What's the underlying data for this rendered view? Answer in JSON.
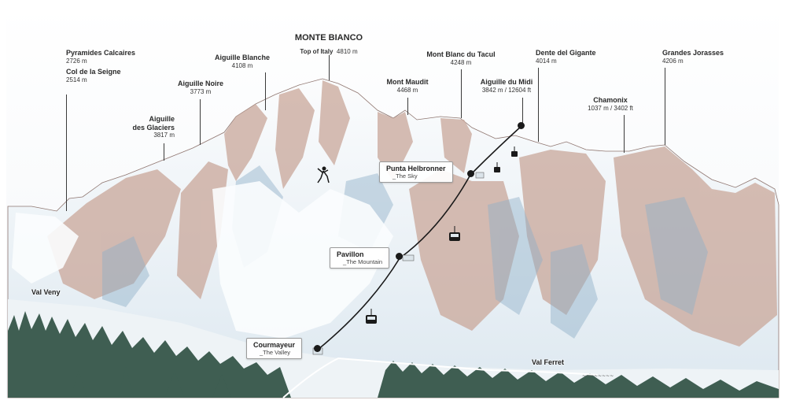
{
  "peaks": {
    "pyramides": {
      "name": "Pyramides Calcaires",
      "elev": "2726 m"
    },
    "seigne": {
      "name": "Col de la Seigne",
      "elev": "2514 m"
    },
    "glaciers": {
      "name_line1": "Aiguille",
      "name_line2": "des Glaciers",
      "elev": "3817 m"
    },
    "noire": {
      "name": "Aiguille Noire",
      "elev": "3773 m"
    },
    "blanche": {
      "name": "Aiguille Blanche",
      "elev": "4108 m"
    },
    "bianco": {
      "name": "MONTE BIANCO",
      "subtitle": "Top of Italy",
      "elev": "4810 m"
    },
    "maudit": {
      "name": "Mont Maudit",
      "elev": "4468 m"
    },
    "tacul": {
      "name": "Mont Blanc du Tacul",
      "elev": "4248 m"
    },
    "midi": {
      "name": "Aiguille du Midi",
      "elev": "3842 m / 12604 ft"
    },
    "gigante": {
      "name": "Dente del Gigante",
      "elev": "4014 m"
    },
    "chamonix": {
      "name": "Chamonix",
      "elev": "1037 m / 3402 ft"
    },
    "jorasses": {
      "name": "Grandes Jorasses",
      "elev": "4206 m"
    }
  },
  "stations": {
    "helbronner": {
      "name": "Punta Helbronner",
      "sub": "_The Sky"
    },
    "pavillon": {
      "name": "Pavillon",
      "sub": "_The Mountain"
    },
    "courmayeur": {
      "name": "Courmayeur",
      "sub": "_The Valley"
    }
  },
  "places": {
    "veny": "Val Veny",
    "ferret": "Val Ferret"
  },
  "colors": {
    "snow": "#f4f7fa",
    "rock": "#c9a79a",
    "shadow": "#8fb0c8",
    "forest": "#3f5e52",
    "cable": "#1a1a1a"
  }
}
